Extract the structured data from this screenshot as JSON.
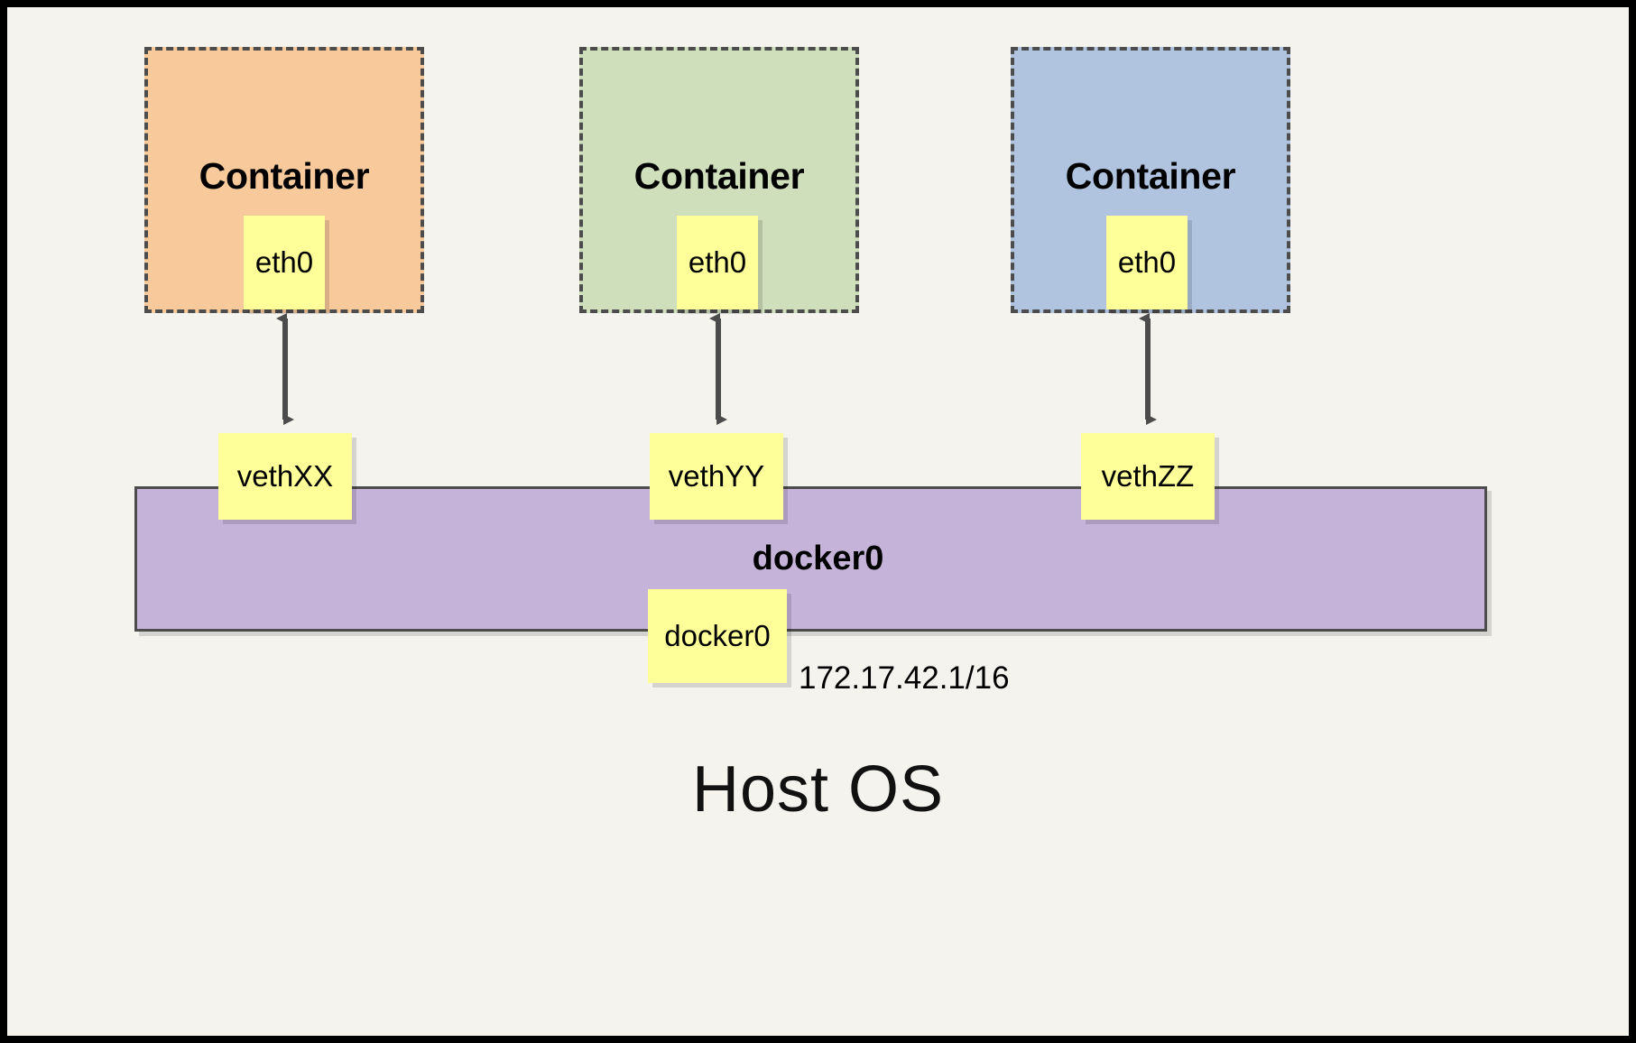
{
  "diagram": {
    "title_caption": "Host OS",
    "background_color": "#f4f3ee",
    "frame_border_color": "#000000",
    "containers": [
      {
        "label": "Container",
        "fill": "#f8c99b",
        "eth_label": "eth0"
      },
      {
        "label": "Container",
        "fill": "#cfdfbb",
        "eth_label": "eth0"
      },
      {
        "label": "Container",
        "fill": "#b0c4e0",
        "eth_label": "eth0"
      }
    ],
    "veths": [
      {
        "label": "vethXX"
      },
      {
        "label": "vethYY"
      },
      {
        "label": "vethZZ"
      }
    ],
    "bridge": {
      "label": "docker0",
      "interface_label": "docker0",
      "ip_address": "172.17.42.1/16",
      "fill": "#c6b3d9",
      "stroke": "#4c4c4c"
    },
    "arrow_color": "#4c4c4c",
    "sticky_fill": "#ffff99"
  }
}
